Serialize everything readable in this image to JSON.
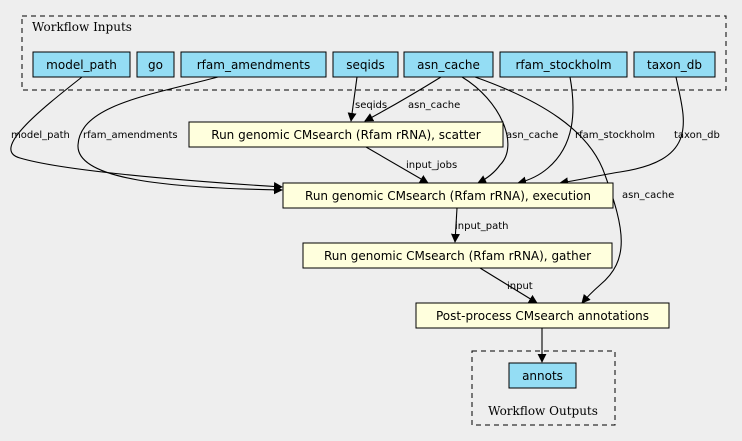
{
  "clusters": {
    "inputs_label": "Workflow Inputs",
    "outputs_label": "Workflow Outputs"
  },
  "inputs": {
    "model_path": "model_path",
    "go": "go",
    "rfam_amendments": "rfam_amendments",
    "seqids": "seqids",
    "asn_cache": "asn_cache",
    "rfam_stockholm": "rfam_stockholm",
    "taxon_db": "taxon_db"
  },
  "steps": {
    "scatter": "Run genomic CMsearch (Rfam rRNA), scatter",
    "execution": "Run genomic CMsearch (Rfam rRNA), execution",
    "gather": "Run genomic CMsearch (Rfam rRNA), gather",
    "postprocess": "Post-process CMsearch annotations"
  },
  "outputs": {
    "annots": "annots"
  },
  "edge_labels": {
    "seqids": "seqids",
    "asn_cache_scatter": "asn_cache",
    "model_path": "model_path",
    "rfam_amendments": "rfam_amendments",
    "asn_cache_exec": "asn_cache",
    "rfam_stockholm": "rfam_stockholm",
    "taxon_db": "taxon_db",
    "input_jobs": "input_jobs",
    "asn_cache_post": "asn_cache",
    "input_path": "input_path",
    "input": "input"
  }
}
